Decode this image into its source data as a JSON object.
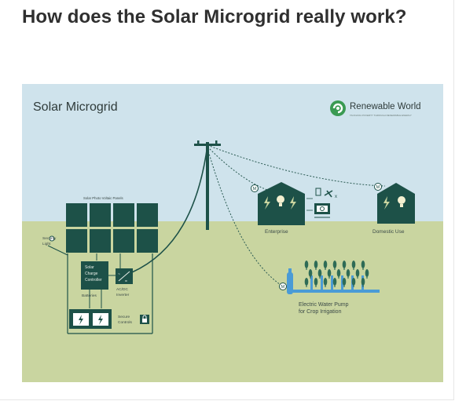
{
  "page": {
    "heading": "How does the Solar Microgrid really work?"
  },
  "diagram": {
    "title": "Solar Microgrid",
    "brand": {
      "name": "Renewable World",
      "tagline": "TACKLING POVERTY THROUGH RENEWABLE ENERGY"
    },
    "labels": {
      "panels": "Solar Photo Voltaic Panels",
      "security_light": [
        "Security",
        "Light"
      ],
      "charge_controller": [
        "Solar",
        "Charge",
        "Controller"
      ],
      "inverter": [
        "AC/DC",
        "Inverter"
      ],
      "batteries": "Batteries",
      "secure_controls": [
        "Secure",
        "Controls"
      ],
      "enterprise": "Enterprise",
      "domestic": "Domestic Use",
      "pump": [
        "Electric Water Pump",
        "for Crop Irrigation"
      ],
      "meter": "M"
    },
    "colors": {
      "sky": "#cfe3ec",
      "ground": "#c9d5a0",
      "dark": "#1d5148",
      "accent": "#4a9bd6",
      "crop": "#2e6b56",
      "brand_green": "#3a9a52"
    }
  }
}
